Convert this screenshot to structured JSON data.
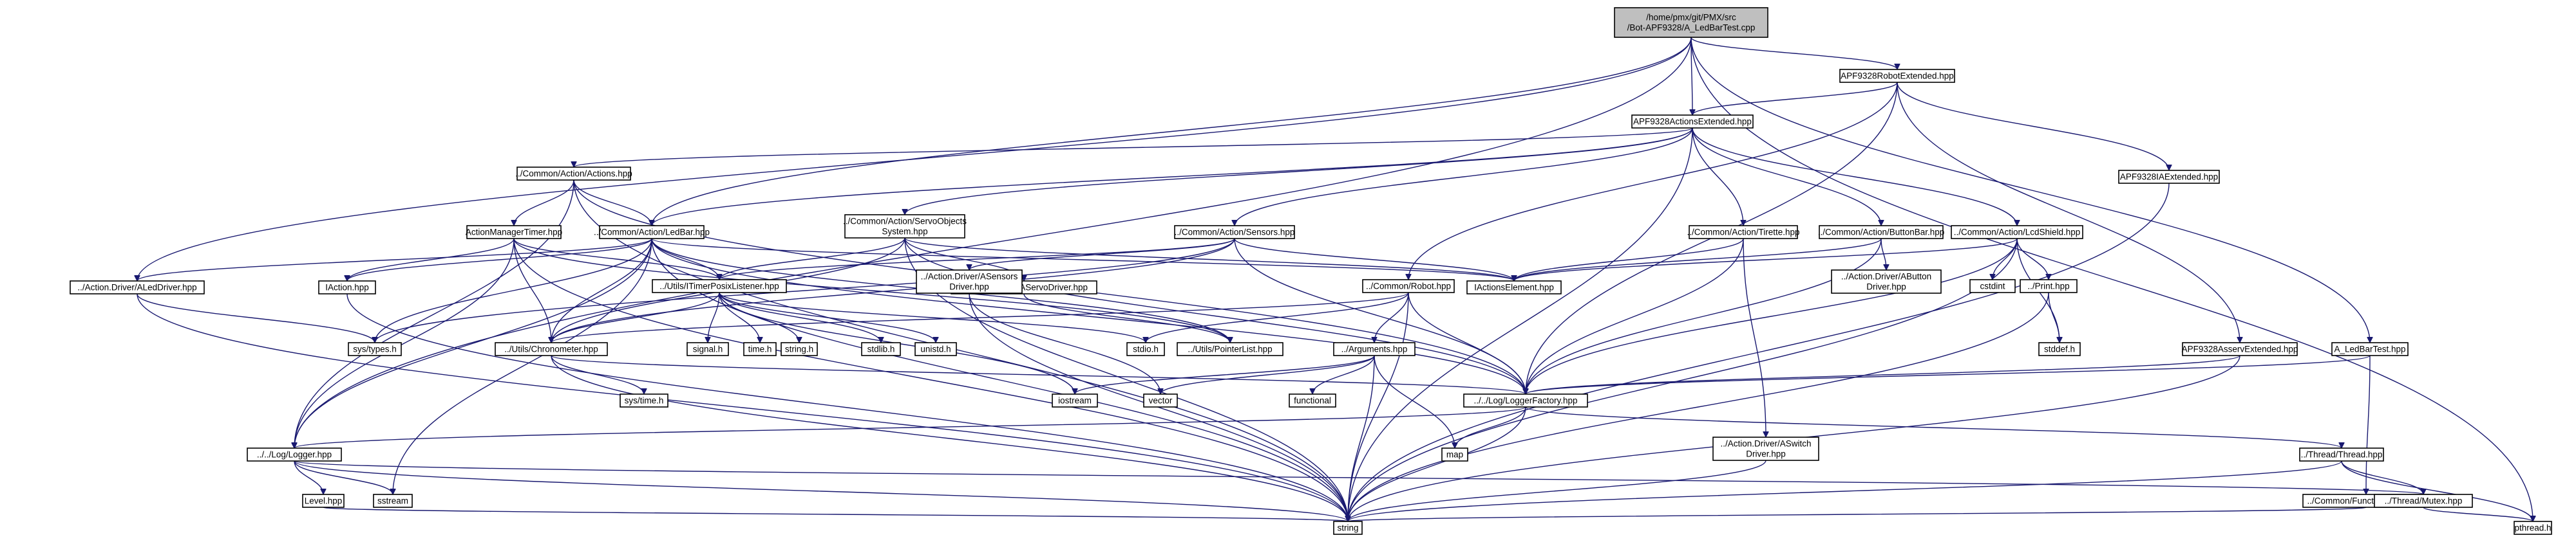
{
  "colors": {
    "edge": "#191970",
    "box_fill": "#ffffff",
    "root_fill": "#bfbfbf",
    "box_stroke": "#000000",
    "unresolved_stroke": "#bfbfbf",
    "red_stroke": "#ff0000"
  },
  "nodes": [
    {
      "id": "root",
      "lines": [
        "/home/pmx/git/PMX/src",
        "/Bot-APF9328/A_LedBarTest.cpp"
      ],
      "kind": "root"
    },
    {
      "id": "robotext",
      "lines": [
        "APF9328RobotExtended.hpp"
      ],
      "kind": "normal"
    },
    {
      "id": "actext",
      "lines": [
        "APF9328ActionsExtended.hpp"
      ],
      "kind": "normal"
    },
    {
      "id": "iaext",
      "lines": [
        "APF9328IAExtended.hpp"
      ],
      "kind": "red"
    },
    {
      "id": "actions",
      "lines": [
        "../Common/Action/Actions.hpp"
      ],
      "kind": "normal"
    },
    {
      "id": "ledbar",
      "lines": [
        "../Common/Action/LedBar.hpp"
      ],
      "kind": "normal"
    },
    {
      "id": "amtimer",
      "lines": [
        "ActionManagerTimer.hpp"
      ],
      "kind": "red"
    },
    {
      "id": "servoobj",
      "lines": [
        "../Common/Action/ServoObjects",
        "System.hpp"
      ],
      "kind": "normal"
    },
    {
      "id": "sensors",
      "lines": [
        "../Common/Action/Sensors.hpp"
      ],
      "kind": "normal"
    },
    {
      "id": "tirette",
      "lines": [
        "../Common/Action/Tirette.hpp"
      ],
      "kind": "normal"
    },
    {
      "id": "buttonbar",
      "lines": [
        "../Common/Action/ButtonBar.hpp"
      ],
      "kind": "normal"
    },
    {
      "id": "lcdshield",
      "lines": [
        "../Common/Action/LcdShield.hpp"
      ],
      "kind": "normal"
    },
    {
      "id": "aleddriver",
      "lines": [
        "../Action.Driver/ALedDriver.hpp"
      ],
      "kind": "normal"
    },
    {
      "id": "iaction",
      "lines": [
        "IAction.hpp"
      ],
      "kind": "normal"
    },
    {
      "id": "itimer",
      "lines": [
        "../Utils/ITimerPosixListener.hpp"
      ],
      "kind": "normal"
    },
    {
      "id": "aservodriver",
      "lines": [
        "../Action.Driver/AServoDriver.hpp"
      ],
      "kind": "normal"
    },
    {
      "id": "iactelem",
      "lines": [
        "IActionsElement.hpp"
      ],
      "kind": "normal"
    },
    {
      "id": "robot",
      "lines": [
        "../Common/Robot.hpp"
      ],
      "kind": "red"
    },
    {
      "id": "asensors",
      "lines": [
        "../Action.Driver/ASensors",
        "Driver.hpp"
      ],
      "kind": "normal"
    },
    {
      "id": "abutton",
      "lines": [
        "../Action.Driver/AButton",
        "Driver.hpp"
      ],
      "kind": "normal"
    },
    {
      "id": "print",
      "lines": [
        "../Print.hpp"
      ],
      "kind": "red"
    },
    {
      "id": "cstdint",
      "lines": [
        "cstdint"
      ],
      "kind": "std"
    },
    {
      "id": "systypes",
      "lines": [
        "sys/types.h"
      ],
      "kind": "std"
    },
    {
      "id": "chrono",
      "lines": [
        "../Utils/Chronometer.hpp"
      ],
      "kind": "normal"
    },
    {
      "id": "signal",
      "lines": [
        "signal.h"
      ],
      "kind": "std"
    },
    {
      "id": "timeh",
      "lines": [
        "time.h"
      ],
      "kind": "std"
    },
    {
      "id": "stringh",
      "lines": [
        "string.h"
      ],
      "kind": "std"
    },
    {
      "id": "stdlib",
      "lines": [
        "stdlib.h"
      ],
      "kind": "std"
    },
    {
      "id": "unistd",
      "lines": [
        "unistd.h"
      ],
      "kind": "std"
    },
    {
      "id": "stdio",
      "lines": [
        "stdio.h"
      ],
      "kind": "std"
    },
    {
      "id": "plist",
      "lines": [
        "../Utils/PointerList.hpp"
      ],
      "kind": "red"
    },
    {
      "id": "arguments",
      "lines": [
        "../Arguments.hpp"
      ],
      "kind": "normal"
    },
    {
      "id": "stddef",
      "lines": [
        "stddef.h"
      ],
      "kind": "std"
    },
    {
      "id": "asservext",
      "lines": [
        "APF9328AsservExtended.hpp"
      ],
      "kind": "red"
    },
    {
      "id": "ledbartest",
      "lines": [
        "A_LedBarTest.hpp"
      ],
      "kind": "normal"
    },
    {
      "id": "systime",
      "lines": [
        "sys/time.h"
      ],
      "kind": "std"
    },
    {
      "id": "iostream",
      "lines": [
        "iostream"
      ],
      "kind": "std"
    },
    {
      "id": "vector",
      "lines": [
        "vector"
      ],
      "kind": "std"
    },
    {
      "id": "functional",
      "lines": [
        "functional"
      ],
      "kind": "std"
    },
    {
      "id": "logfactory",
      "lines": [
        "../../Log/LoggerFactory.hpp"
      ],
      "kind": "normal"
    },
    {
      "id": "logger",
      "lines": [
        "../../Log/Logger.hpp"
      ],
      "kind": "normal"
    },
    {
      "id": "map",
      "lines": [
        "map"
      ],
      "kind": "std"
    },
    {
      "id": "thread",
      "lines": [
        "../Thread/Thread.hpp"
      ],
      "kind": "red"
    },
    {
      "id": "aswitch",
      "lines": [
        "../Action.Driver/ASwitch",
        "Driver.hpp"
      ],
      "kind": "normal"
    },
    {
      "id": "level",
      "lines": [
        "Level.hpp"
      ],
      "kind": "normal"
    },
    {
      "id": "sstream",
      "lines": [
        "sstream"
      ],
      "kind": "std"
    },
    {
      "id": "functest",
      "lines": [
        "../Common/FunctionalTest.hpp"
      ],
      "kind": "normal"
    },
    {
      "id": "mutex",
      "lines": [
        "../Thread/Mutex.hpp"
      ],
      "kind": "normal"
    },
    {
      "id": "string",
      "lines": [
        "string"
      ],
      "kind": "std"
    },
    {
      "id": "pthread",
      "lines": [
        "pthread.h"
      ],
      "kind": "std"
    }
  ],
  "edges": [
    [
      "root",
      "robotext"
    ],
    [
      "root",
      "actext"
    ],
    [
      "root",
      "ledbar"
    ],
    [
      "root",
      "aleddriver"
    ],
    [
      "root",
      "logger"
    ],
    [
      "root",
      "ledbartest"
    ],
    [
      "root",
      "pthread"
    ],
    [
      "robotext",
      "actext"
    ],
    [
      "robotext",
      "iaext"
    ],
    [
      "robotext",
      "robot"
    ],
    [
      "robotext",
      "asservext"
    ],
    [
      "robotext",
      "logfactory"
    ],
    [
      "actext",
      "actions"
    ],
    [
      "actext",
      "ledbar"
    ],
    [
      "actext",
      "servoobj"
    ],
    [
      "actext",
      "sensors"
    ],
    [
      "actext",
      "tirette"
    ],
    [
      "actext",
      "buttonbar"
    ],
    [
      "actext",
      "lcdshield"
    ],
    [
      "actext",
      "string"
    ],
    [
      "iaext",
      "string"
    ],
    [
      "actions",
      "amtimer"
    ],
    [
      "actions",
      "ledbar"
    ],
    [
      "actions",
      "logger"
    ],
    [
      "actions",
      "string"
    ],
    [
      "actions",
      "logfactory"
    ],
    [
      "ledbar",
      "aleddriver"
    ],
    [
      "ledbar",
      "iaction"
    ],
    [
      "ledbar",
      "itimer"
    ],
    [
      "ledbar",
      "iactelem"
    ],
    [
      "ledbar",
      "systypes"
    ],
    [
      "ledbar",
      "chrono"
    ],
    [
      "ledbar",
      "logger"
    ],
    [
      "ledbar",
      "sstream"
    ],
    [
      "ledbar",
      "string"
    ],
    [
      "ledbar",
      "logfactory"
    ],
    [
      "ledbar",
      "plist"
    ],
    [
      "amtimer",
      "iaction"
    ],
    [
      "amtimer",
      "itimer"
    ],
    [
      "amtimer",
      "chrono"
    ],
    [
      "amtimer",
      "logger"
    ],
    [
      "amtimer",
      "string"
    ],
    [
      "amtimer",
      "plist"
    ],
    [
      "servoobj",
      "aservodriver"
    ],
    [
      "servoobj",
      "iactelem"
    ],
    [
      "servoobj",
      "chrono"
    ],
    [
      "servoobj",
      "itimer"
    ],
    [
      "servoobj",
      "string"
    ],
    [
      "servoobj",
      "logfactory"
    ],
    [
      "sensors",
      "asensors"
    ],
    [
      "sensors",
      "iactelem"
    ],
    [
      "sensors",
      "chrono"
    ],
    [
      "sensors",
      "itimer"
    ],
    [
      "sensors",
      "logfactory"
    ],
    [
      "sensors",
      "systypes"
    ],
    [
      "tirette",
      "iactelem"
    ],
    [
      "tirette",
      "aswitch"
    ],
    [
      "tirette",
      "logfactory"
    ],
    [
      "buttonbar",
      "abutton"
    ],
    [
      "buttonbar",
      "iactelem"
    ],
    [
      "buttonbar",
      "logfactory"
    ],
    [
      "lcdshield",
      "print"
    ],
    [
      "lcdshield",
      "cstdint"
    ],
    [
      "lcdshield",
      "stddef"
    ],
    [
      "lcdshield",
      "iactelem"
    ],
    [
      "lcdshield",
      "string"
    ],
    [
      "lcdshield",
      "logfactory"
    ],
    [
      "aleddriver",
      "systypes"
    ],
    [
      "aleddriver",
      "string"
    ],
    [
      "iaction",
      "string"
    ],
    [
      "itimer",
      "chrono"
    ],
    [
      "itimer",
      "signal"
    ],
    [
      "itimer",
      "timeh"
    ],
    [
      "itimer",
      "stringh"
    ],
    [
      "itimer",
      "stdlib"
    ],
    [
      "itimer",
      "unistd"
    ],
    [
      "itimer",
      "stdio"
    ],
    [
      "itimer",
      "iostream"
    ],
    [
      "aservodriver",
      "plist"
    ],
    [
      "robot",
      "stdio"
    ],
    [
      "robot",
      "arguments"
    ],
    [
      "robot",
      "chrono"
    ],
    [
      "robot",
      "logfactory"
    ],
    [
      "robot",
      "string"
    ],
    [
      "asensors",
      "vector"
    ],
    [
      "asensors",
      "string"
    ],
    [
      "print",
      "stddef"
    ],
    [
      "print",
      "string"
    ],
    [
      "chrono",
      "systime"
    ],
    [
      "chrono",
      "string"
    ],
    [
      "chrono",
      "logfactory"
    ],
    [
      "arguments",
      "iostream"
    ],
    [
      "arguments",
      "vector"
    ],
    [
      "arguments",
      "functional"
    ],
    [
      "arguments",
      "map"
    ],
    [
      "arguments",
      "string"
    ],
    [
      "asservext",
      "logfactory"
    ],
    [
      "asservext",
      "string"
    ],
    [
      "ledbartest",
      "logfactory"
    ],
    [
      "ledbartest",
      "functest"
    ],
    [
      "logfactory",
      "logger"
    ],
    [
      "logfactory",
      "map"
    ],
    [
      "logfactory",
      "thread"
    ],
    [
      "logfactory",
      "string"
    ],
    [
      "logger",
      "level"
    ],
    [
      "logger",
      "sstream"
    ],
    [
      "logger",
      "string"
    ],
    [
      "logger",
      "mutex"
    ],
    [
      "thread",
      "mutex"
    ],
    [
      "thread",
      "pthread"
    ],
    [
      "thread",
      "string"
    ],
    [
      "aswitch",
      "string"
    ],
    [
      "level",
      "string"
    ],
    [
      "functest",
      "string"
    ],
    [
      "mutex",
      "pthread"
    ]
  ]
}
